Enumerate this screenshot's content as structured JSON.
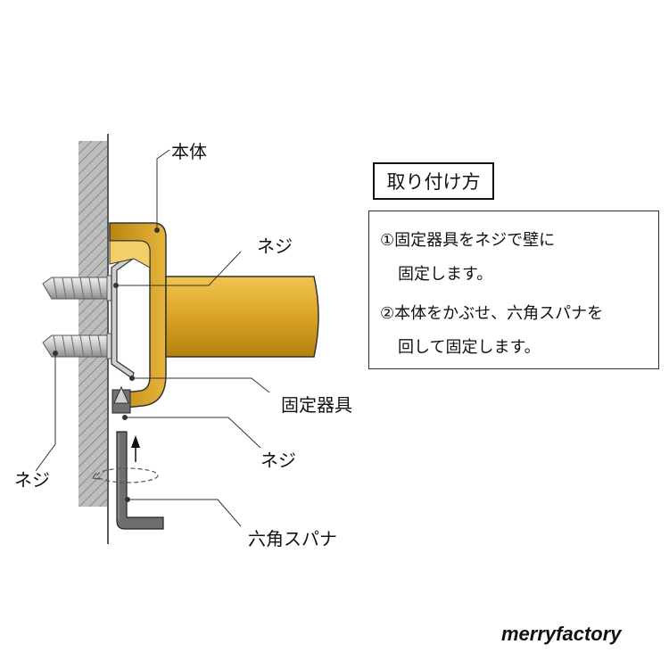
{
  "labels": {
    "body": "本体",
    "screw_top": "ネジ",
    "bracket": "固定器具",
    "screw_bottom": "ネジ",
    "screw_left": "ネジ",
    "hex_wrench": "六角スパナ"
  },
  "instructions": {
    "title": "取り付け方",
    "step1_line1": "①固定器具をネジで壁に",
    "step1_line2": "固定します。",
    "step2_line1": "②本体をかぶせ、六角スパナを",
    "step2_line2": "回して固定します。"
  },
  "brand": "merryfactory",
  "colors": {
    "gold": "#d9a21a",
    "gold_dark": "#a9780a",
    "wall": "#bdbdbd",
    "silver": "#c8c8c8",
    "wrench": "#6e6e6e"
  }
}
